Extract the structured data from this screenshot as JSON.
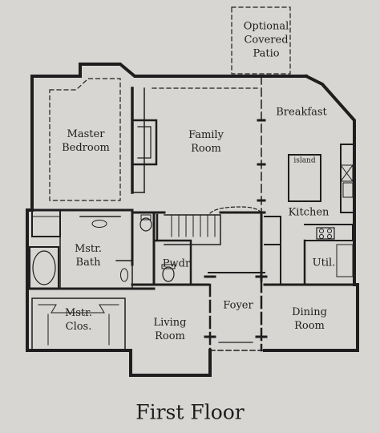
{
  "title": "First Floor",
  "colors": {
    "background": "#d8d6d3",
    "ink": "#1e1e1e"
  },
  "rooms": [
    {
      "id": "optional-covered-patio",
      "label": "Optional\nCovered\nPatio"
    },
    {
      "id": "master-bedroom",
      "label": "Master\nBedroom"
    },
    {
      "id": "family-room",
      "label": "Family\nRoom"
    },
    {
      "id": "breakfast",
      "label": "Breakfast"
    },
    {
      "id": "island",
      "label": "island"
    },
    {
      "id": "kitchen",
      "label": "Kitchen"
    },
    {
      "id": "mstr-bath",
      "label": "Mstr.\nBath"
    },
    {
      "id": "pwdr",
      "label": "Pwdr"
    },
    {
      "id": "util",
      "label": "Util."
    },
    {
      "id": "mstr-clos",
      "label": "Mstr.\nClos."
    },
    {
      "id": "foyer",
      "label": "Foyer"
    },
    {
      "id": "living-room",
      "label": "Living\nRoom"
    },
    {
      "id": "dining-room",
      "label": "Dining\nRoom"
    }
  ]
}
